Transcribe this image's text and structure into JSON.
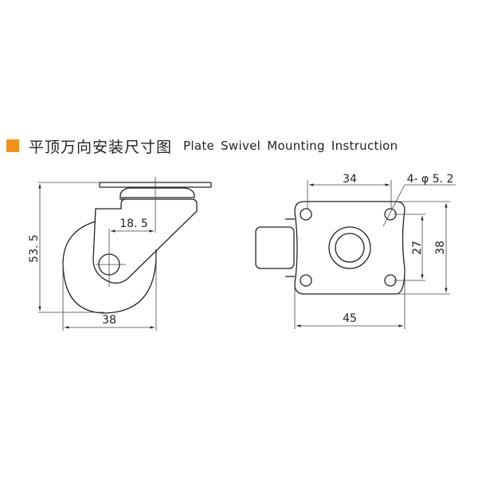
{
  "header": {
    "title_cn": "平顶万向安装尺寸图",
    "title_en": "Plate Swivel Mounting Instruction",
    "accent_color": "#F0901E"
  },
  "side_view": {
    "height_label": "53. 5",
    "wheel_diameter_label": "38",
    "offset_label": "18. 5"
  },
  "top_view": {
    "hole_spacing_x_label": "34",
    "hole_spec_label": "4- φ 5. 2",
    "hole_spacing_y_label": "27",
    "plate_height_label": "38",
    "plate_width_label": "45"
  }
}
